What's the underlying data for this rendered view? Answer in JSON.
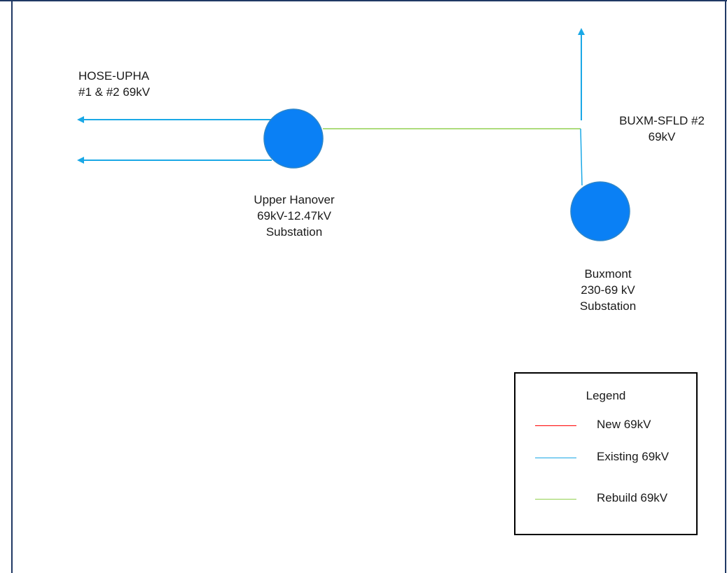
{
  "colors": {
    "existing_line": "#1aa8e6",
    "rebuild_line": "#92d050",
    "new_line": "#ff0000",
    "substation_fill": "#0a80f5",
    "substation_stroke": "#2f86c8",
    "frame_border": "#1f3864"
  },
  "labels": {
    "hose_upha": [
      "HOSE-UPHA",
      "#1 & #2 69kV"
    ],
    "upper_hanover": [
      "Upper Hanover",
      "69kV-12.47kV",
      "Substation"
    ],
    "buxm_sfld": [
      "BUXM-SFLD #2",
      "69kV"
    ],
    "buxmont": [
      "Buxmont",
      "230-69 kV",
      "Substation"
    ]
  },
  "legend": {
    "title": "Legend",
    "items": [
      {
        "label": "New 69kV",
        "color": "#ff0000"
      },
      {
        "label": "Existing 69kV",
        "color": "#1aa8e6"
      },
      {
        "label": "Rebuild 69kV",
        "color": "#92d050"
      }
    ]
  }
}
